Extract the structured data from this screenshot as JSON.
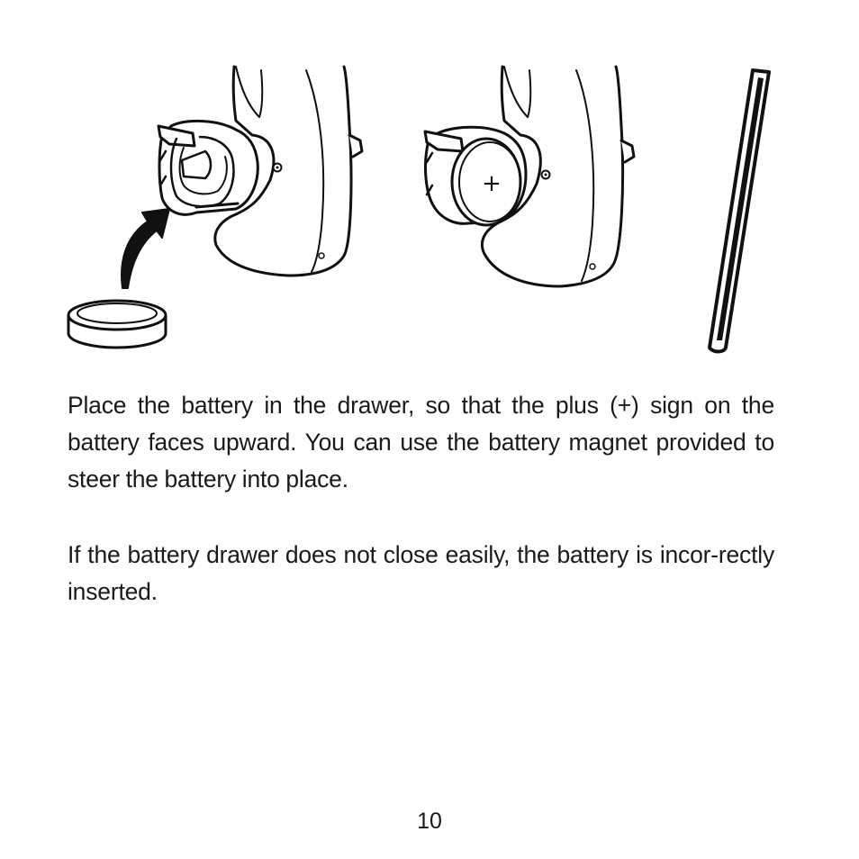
{
  "page": {
    "paragraphs": [
      "Place the battery in the drawer, so that the plus (+) sign on the battery faces upward. You can use the battery magnet provided to steer the battery into place.",
      "If the battery drawer does not close easily, the battery is incor-rectly inserted."
    ],
    "page_number": "10"
  },
  "illustration": {
    "plus_sign": "+",
    "icons": [
      "hearing-aid-open-drawer-icon",
      "arrow-icon",
      "battery-icon",
      "hearing-aid-with-battery-icon",
      "battery-magnet-icon"
    ]
  }
}
